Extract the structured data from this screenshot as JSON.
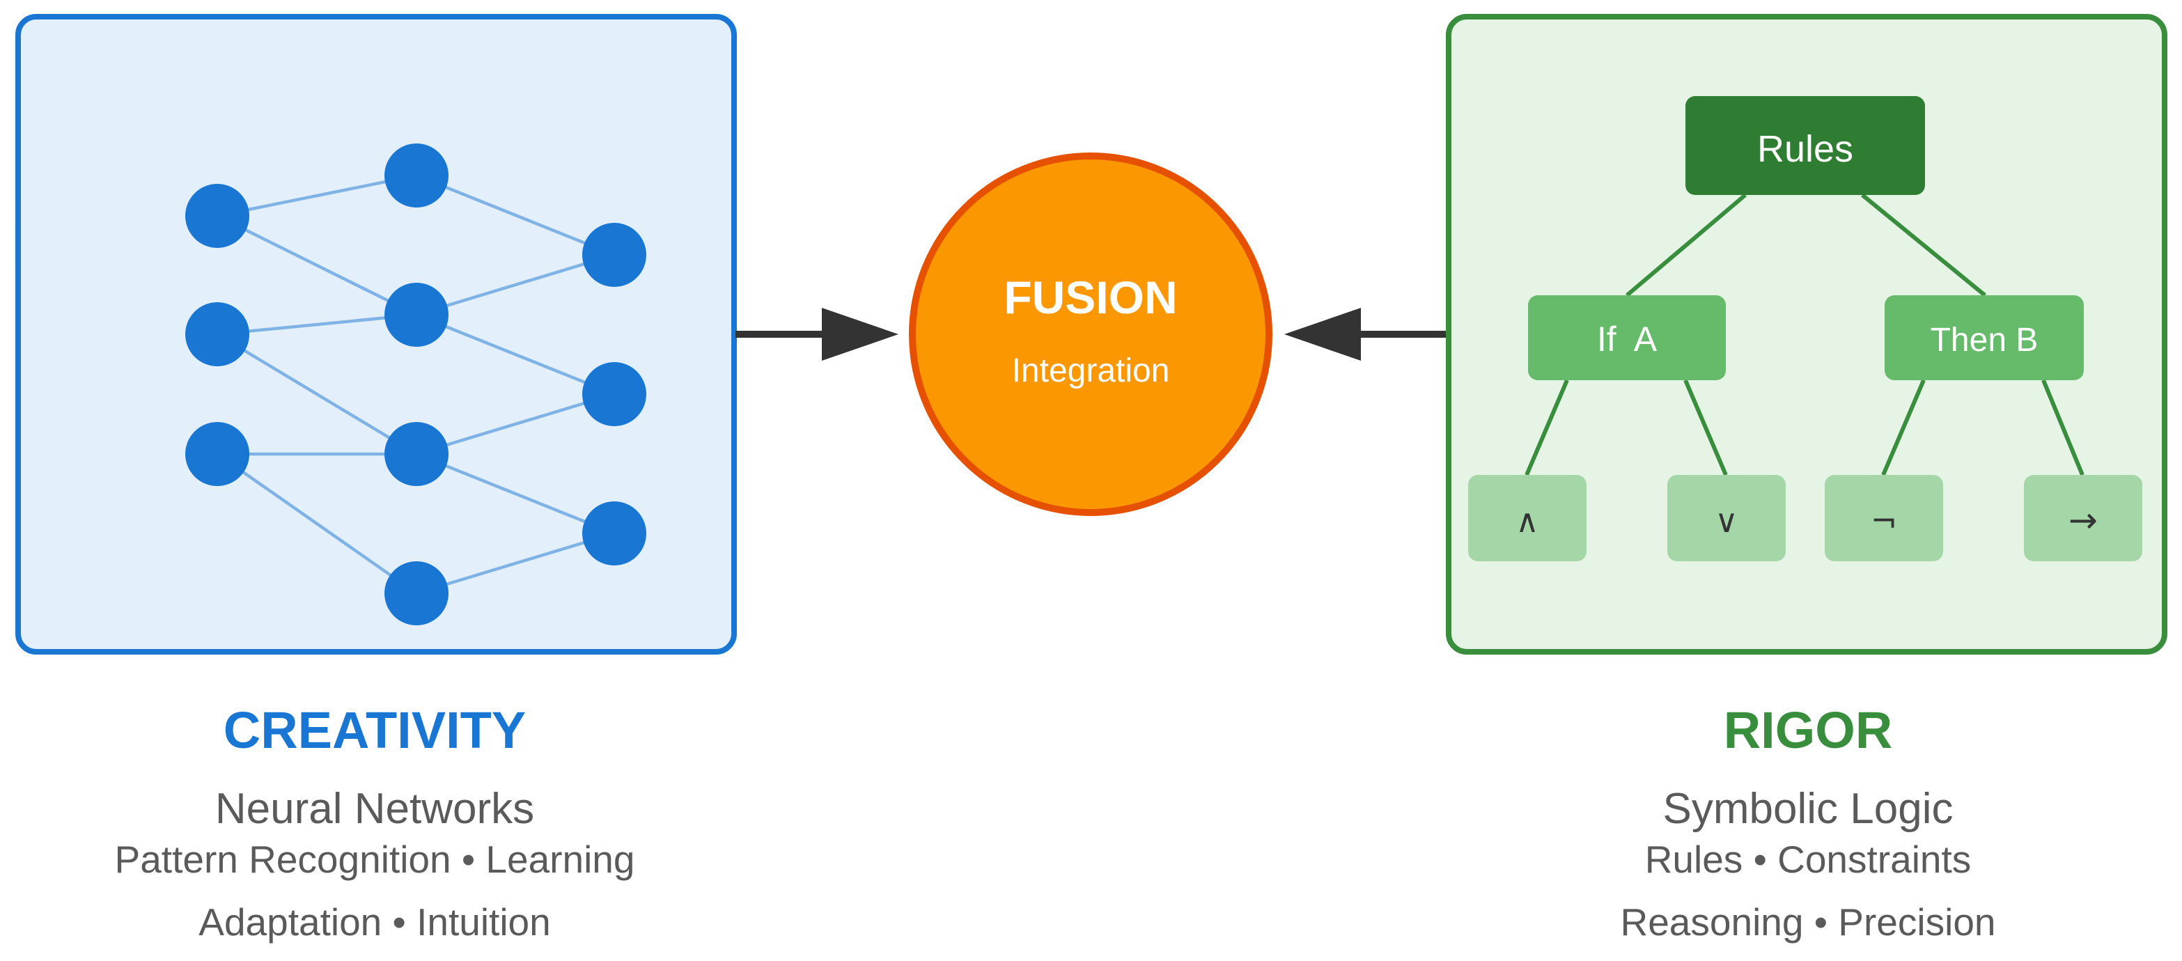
{
  "colors": {
    "creativity_accent": "#1976d2",
    "creativity_panel_bg": "#e3f0fc",
    "neural_edge": "#7fb3e6",
    "fusion_fill": "#fb9801",
    "fusion_stroke": "#e65100",
    "rigor_accent": "#388e3c",
    "rigor_panel_bg": "#e6f4e6",
    "rules_node": "#2e7d32",
    "middle_node": "#66bb6a",
    "leaf_node": "#a5d6a7",
    "arrow": "#333333"
  },
  "fusion": {
    "title": "FUSION",
    "subtitle": "Integration"
  },
  "rigor_tree": {
    "root": "Rules",
    "middle": [
      "If  A",
      "Then B"
    ],
    "leaves": [
      "∧",
      "∨",
      "¬",
      "→"
    ]
  },
  "creativity": {
    "title": "CREATIVITY",
    "subtitle": "Neural Networks",
    "line1": "Pattern Recognition • Learning",
    "line2": "Adaptation • Intuition"
  },
  "rigor": {
    "title": "RIGOR",
    "subtitle": "Symbolic Logic",
    "line1": "Rules • Constraints",
    "line2": "Reasoning • Precision"
  }
}
